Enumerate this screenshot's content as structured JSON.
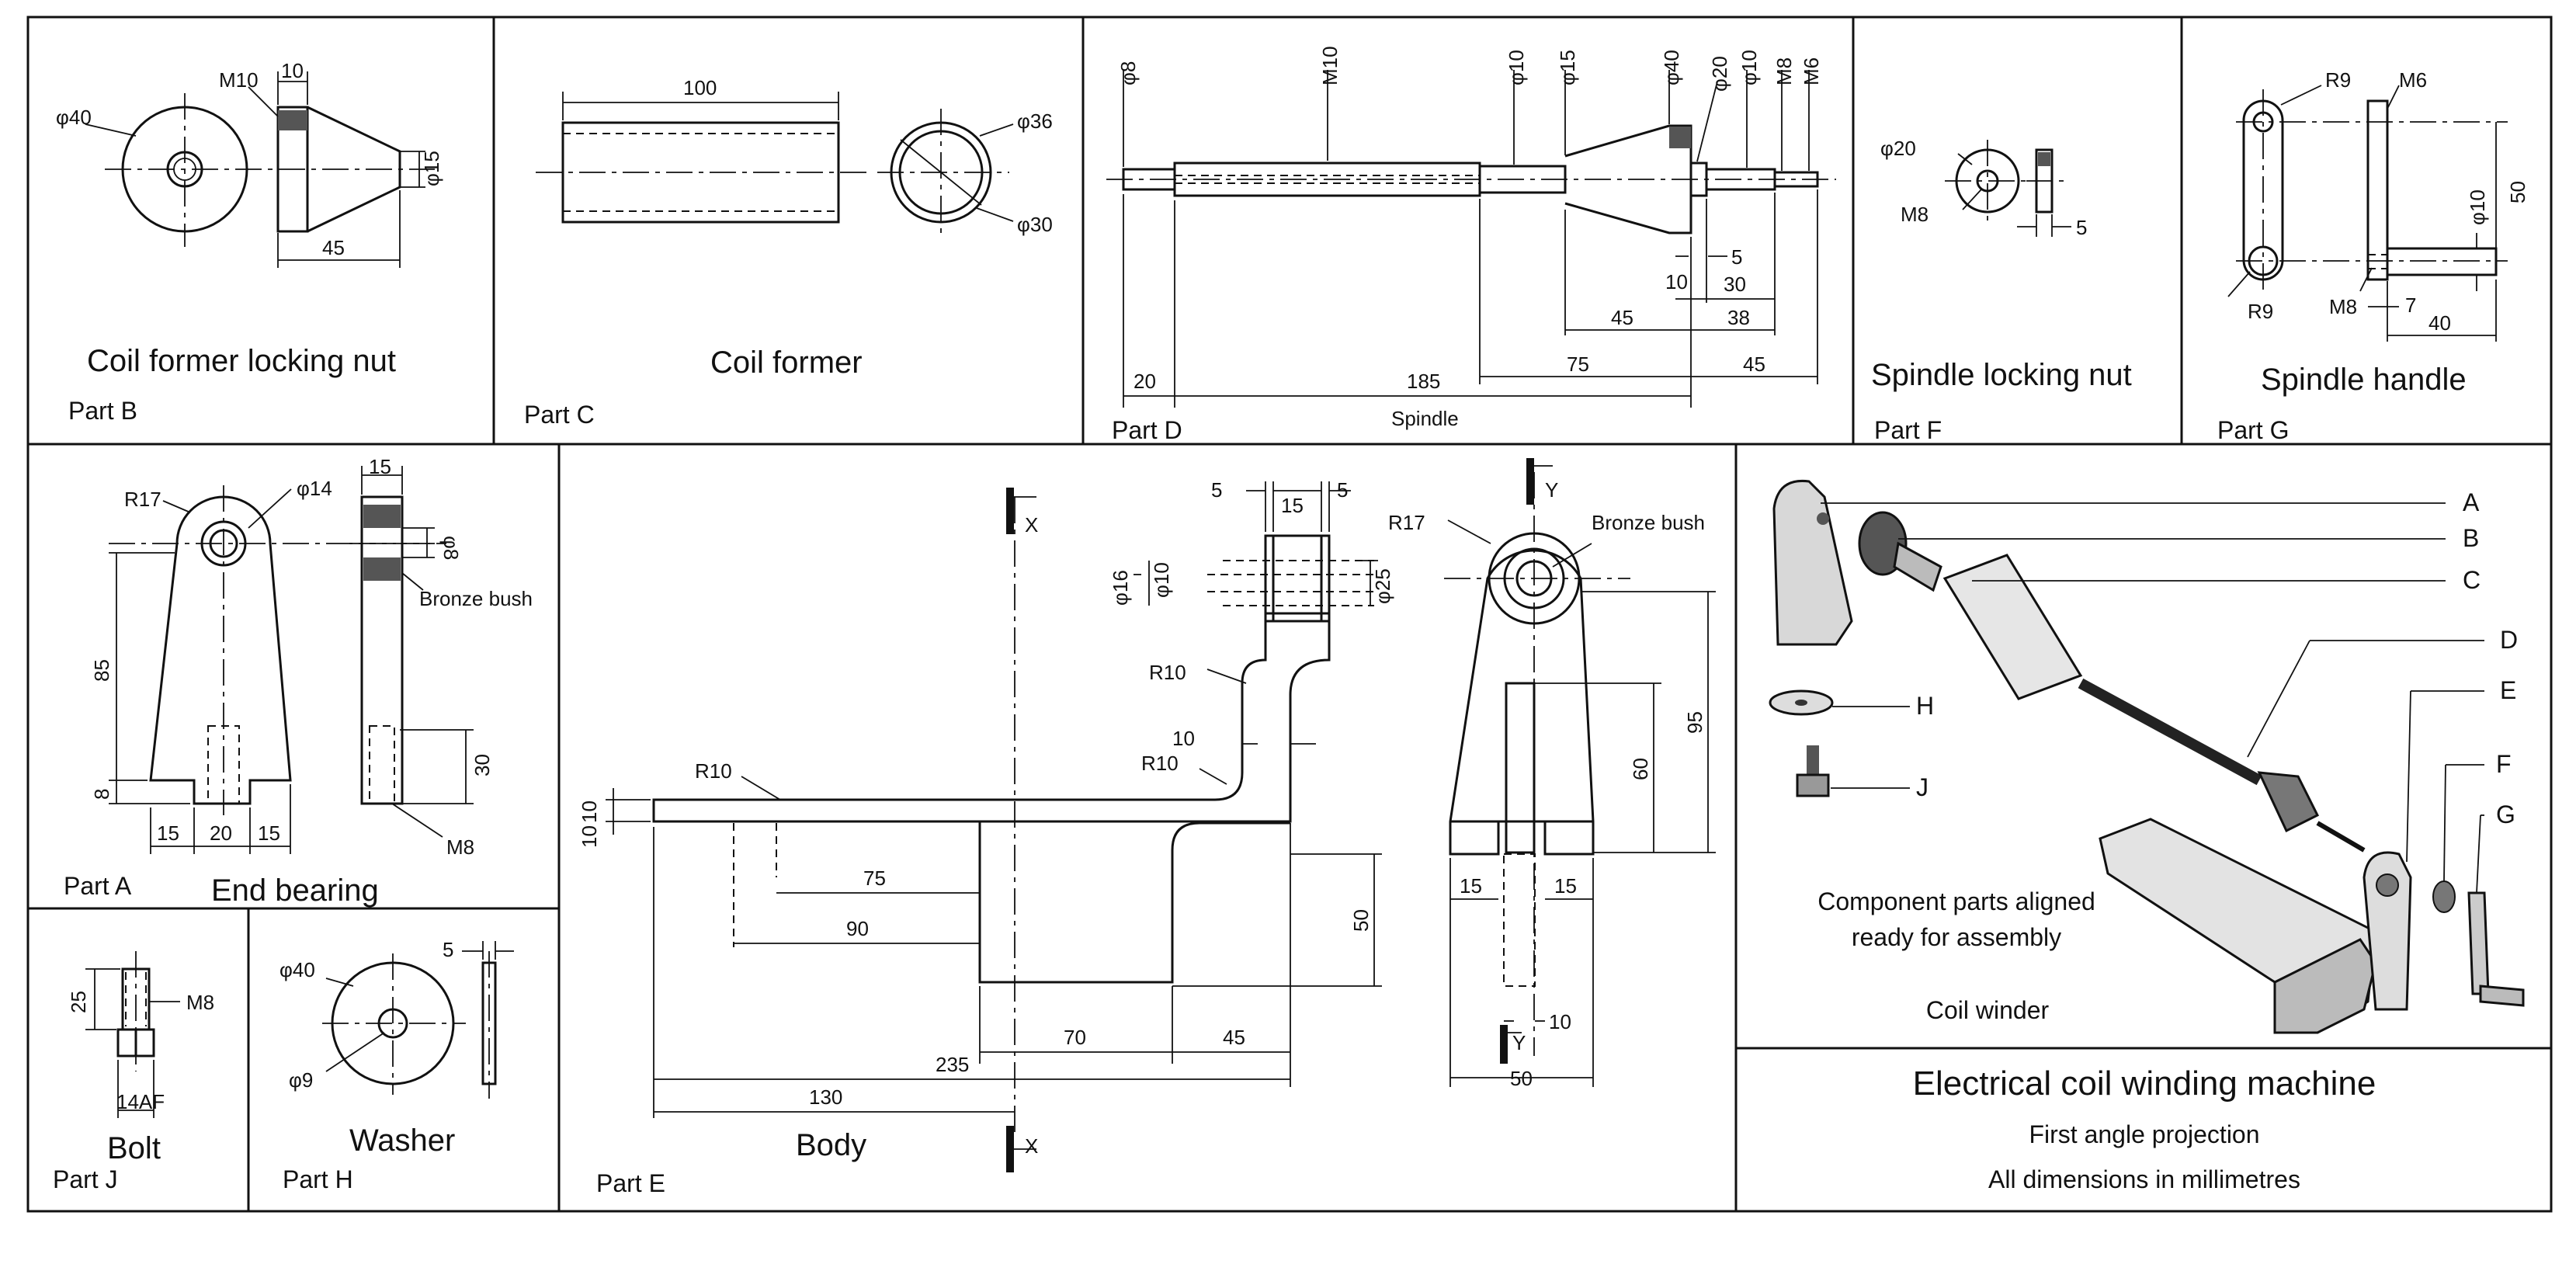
{
  "title_block": {
    "title": "Electrical coil winding machine",
    "projection": "First angle projection",
    "units": "All dimensions in millimetres"
  },
  "parts": {
    "B": {
      "caption": "Coil former locking nut",
      "label": "Part B",
      "dims": [
        "φ40",
        "M10",
        "10",
        "φ15",
        "45"
      ]
    },
    "C": {
      "caption": "Coil former",
      "label": "Part C",
      "dims": [
        "100",
        "φ36",
        "φ30"
      ]
    },
    "D": {
      "caption": "Spindle",
      "label": "Part D",
      "dims": [
        "φ8",
        "M10",
        "φ10",
        "φ15",
        "φ40",
        "φ20",
        "φ10",
        "M8",
        "M6",
        "5",
        "10",
        "30",
        "45",
        "38",
        "20",
        "185",
        "75",
        "45"
      ]
    },
    "F": {
      "caption": "Spindle locking nut",
      "label": "Part F",
      "dims": [
        "φ20",
        "M8",
        "5"
      ]
    },
    "G": {
      "caption": "Spindle handle",
      "label": "Part G",
      "dims": [
        "R9",
        "M6",
        "50",
        "φ10",
        "R9",
        "M8",
        "7",
        "40"
      ]
    },
    "A": {
      "caption": "End bearing",
      "label": "Part A",
      "dims": [
        "R17",
        "φ14",
        "15",
        "φ8",
        "Bronze bush",
        "85",
        "8",
        "30",
        "15",
        "20",
        "15",
        "M8"
      ]
    },
    "E": {
      "caption": "Body",
      "label": "Part E",
      "dims": [
        "X",
        "5",
        "15",
        "5",
        "φ16",
        "φ10",
        "φ25",
        "R10",
        "10",
        "R10",
        "R10",
        "10",
        "10",
        "75",
        "90",
        "50",
        "70",
        "45",
        "235",
        "130",
        "X",
        "Y",
        "R17",
        "Bronze bush",
        "95",
        "60",
        "15",
        "15",
        "10",
        "Y",
        "50"
      ]
    },
    "J": {
      "caption": "Bolt",
      "label": "Part J",
      "dims": [
        "25",
        "M8",
        "14AF"
      ]
    },
    "H": {
      "caption": "Washer",
      "label": "Part H",
      "dims": [
        "φ40",
        "5",
        "φ9"
      ]
    }
  },
  "assembly": {
    "leaders": [
      "A",
      "B",
      "C",
      "D",
      "E",
      "H",
      "J",
      "F",
      "G"
    ],
    "note_line1": "Component parts aligned",
    "note_line2": "ready for assembly",
    "caption": "Coil winder"
  }
}
